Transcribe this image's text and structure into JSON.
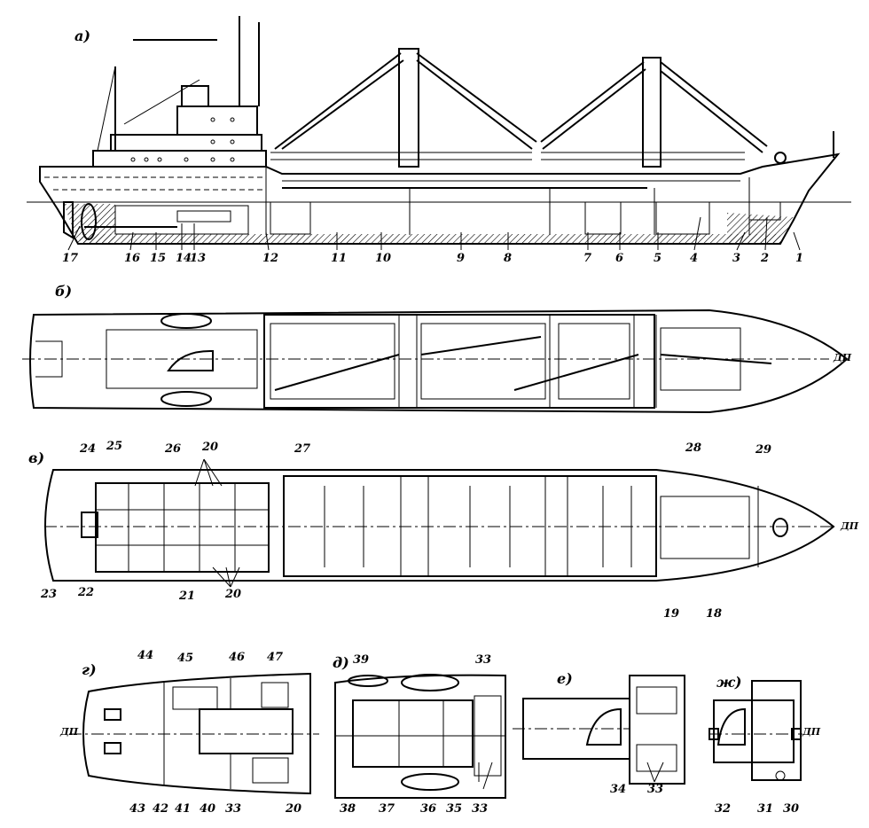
{
  "sections": {
    "a": "а)",
    "b": "б)",
    "v": "в)",
    "g": "г)",
    "d": "д)",
    "e": "е)",
    "zh": "ж)"
  },
  "centerline_label": "ДП",
  "callouts": {
    "n1": "1",
    "n2": "2",
    "n3": "3",
    "n4": "4",
    "n5": "5",
    "n6": "6",
    "n7": "7",
    "n8": "8",
    "n9": "9",
    "n10": "10",
    "n11": "11",
    "n12": "12",
    "n13": "13",
    "n14": "14",
    "n15": "15",
    "n16": "16",
    "n17": "17",
    "n18": "18",
    "n19": "19",
    "n20": "20",
    "n21": "21",
    "n22": "22",
    "n23": "23",
    "n24": "24",
    "n25": "25",
    "n26": "26",
    "n27": "27",
    "n28": "28",
    "n29": "29",
    "n30": "30",
    "n31": "31",
    "n32": "32",
    "n33": "33",
    "n34": "34",
    "n35": "35",
    "n36": "36",
    "n37": "37",
    "n38": "38",
    "n39": "39",
    "n40": "40",
    "n41": "41",
    "n42": "42",
    "n43": "43",
    "n44": "44",
    "n45": "45",
    "n46": "46",
    "n47": "47"
  }
}
